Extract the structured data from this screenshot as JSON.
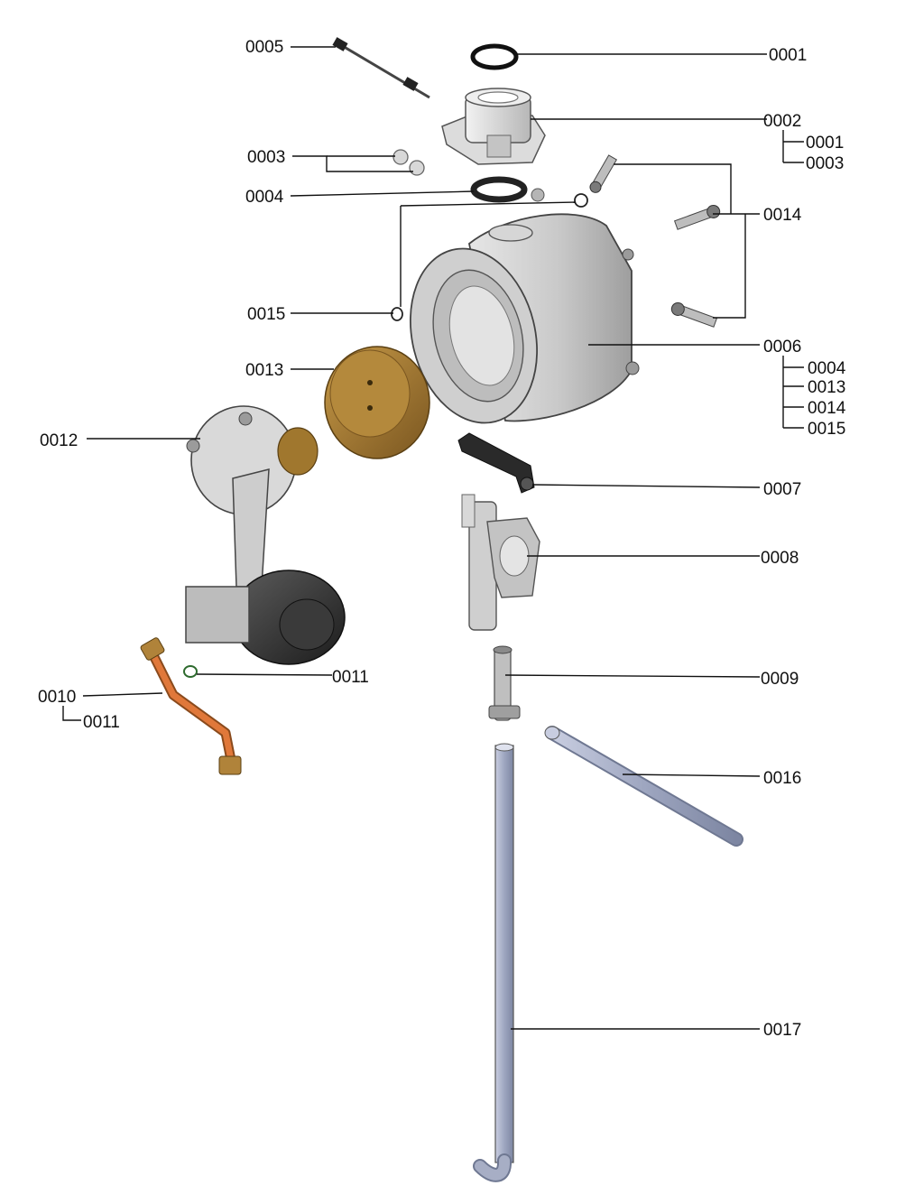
{
  "colors": {
    "metal_light": "#dadada",
    "metal_mid": "#b8b8b8",
    "metal_dark": "#8a8a8a",
    "bronze": "#a0772e",
    "orange_pipe": "#e0783a",
    "blue_pipe": "#a7aec5",
    "black_part": "#2a2a2a",
    "leader_line": "#111111"
  },
  "callouts": {
    "p0001": "0001",
    "p0002": "0002",
    "p0002_sub1": "0001",
    "p0002_sub2": "0003",
    "p0003": "0003",
    "p0004": "0004",
    "p0005": "0005",
    "p0006": "0006",
    "p0006_sub1": "0004",
    "p0006_sub2": "0013",
    "p0006_sub3": "0014",
    "p0006_sub4": "0015",
    "p0007": "0007",
    "p0008": "0008",
    "p0009": "0009",
    "p0010": "0010",
    "p0010_sub1": "0011",
    "p0011": "0011",
    "p0012": "0012",
    "p0013": "0013",
    "p0014": "0014",
    "p0015": "0015",
    "p0016": "0016",
    "p0017": "0017"
  },
  "parts": [
    {
      "id": "0001",
      "icon": "o-ring-icon"
    },
    {
      "id": "0002",
      "icon": "flue-adapter-icon"
    },
    {
      "id": "0003",
      "icon": "plug-icon"
    },
    {
      "id": "0004",
      "icon": "gasket-icon"
    },
    {
      "id": "0005",
      "icon": "electrode-icon"
    },
    {
      "id": "0006",
      "icon": "heat-exchanger-icon"
    },
    {
      "id": "0007",
      "icon": "bracket-icon"
    },
    {
      "id": "0008",
      "icon": "manifold-icon"
    },
    {
      "id": "0009",
      "icon": "valve-icon"
    },
    {
      "id": "0010",
      "icon": "gas-pipe-icon"
    },
    {
      "id": "0011",
      "icon": "o-ring-icon"
    },
    {
      "id": "0012",
      "icon": "fan-burner-assembly-icon"
    },
    {
      "id": "0013",
      "icon": "burner-door-icon"
    },
    {
      "id": "0014",
      "icon": "clip-icon"
    },
    {
      "id": "0015",
      "icon": "o-ring-icon"
    },
    {
      "id": "0016",
      "icon": "pipe-icon"
    },
    {
      "id": "0017",
      "icon": "condensate-pipe-icon"
    }
  ]
}
